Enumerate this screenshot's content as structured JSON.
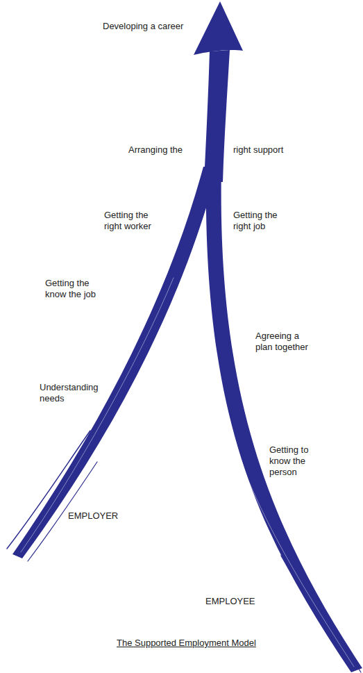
{
  "diagram": {
    "caption": "The Supported Employment Model",
    "labels": [
      "Developing a career",
      "Arranging the",
      "right support",
      "Getting the right worker",
      "Getting the right job",
      "Getting the know the job",
      "Agreeing a plan together",
      "Understanding needs",
      "Getting to know the person",
      "EMPLOYER",
      "EMPLOYEE"
    ]
  }
}
